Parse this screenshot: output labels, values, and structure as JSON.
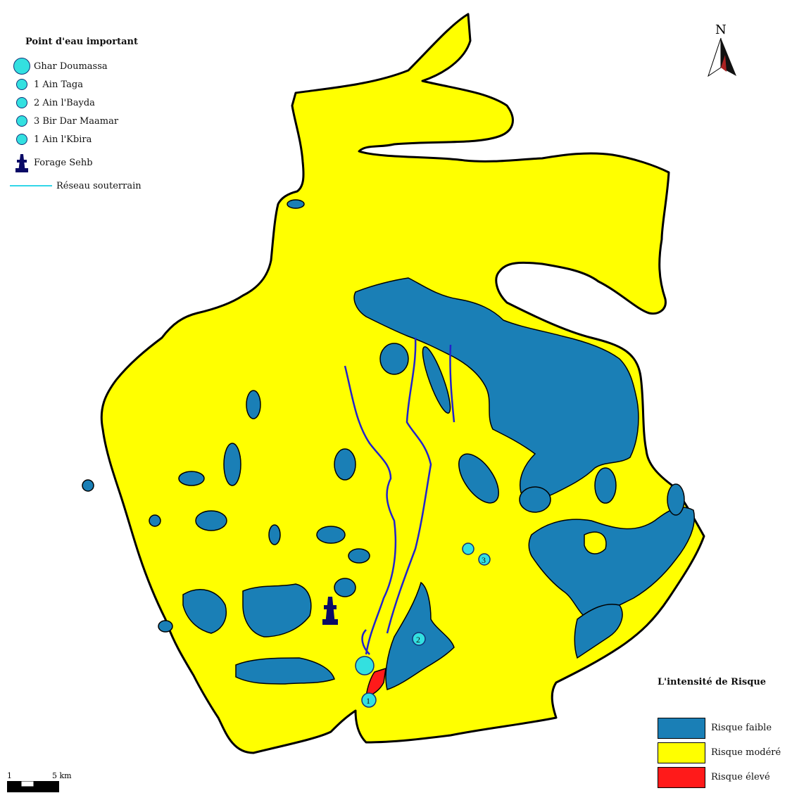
{
  "legend": {
    "title": "Point d'eau important",
    "items": [
      {
        "symbol": "circle-large",
        "label": "Ghar Doumassa"
      },
      {
        "symbol": "circle-small",
        "label": "1 Ain Taga"
      },
      {
        "symbol": "circle-small",
        "label": "2 Ain l'Bayda"
      },
      {
        "symbol": "circle-small",
        "label": "3 Bir Dar Maamar"
      },
      {
        "symbol": "circle-small",
        "label": "1 Ain l'Kbira"
      },
      {
        "symbol": "borehole-icon",
        "label": "Forage Sehb"
      },
      {
        "symbol": "line",
        "label": "Réseau souterrain"
      }
    ]
  },
  "north_label": "N",
  "risk_legend": {
    "title": "L'intensité de Risque",
    "items": [
      {
        "label": "Risque faible",
        "color": "#1a7fb6"
      },
      {
        "label": "Risque modéré",
        "color": "#ffff00"
      },
      {
        "label": "Risque élevé",
        "color": "#ff1a1a"
      }
    ]
  },
  "scale": {
    "start": "1",
    "end": "5 km"
  },
  "map_labels": {
    "spring_1": "1",
    "spring_2": "2",
    "spring_3": "3"
  },
  "colors": {
    "faible": "#1a7fb6",
    "modere": "#ffff00",
    "eleve": "#ff1a1a",
    "water_point": "#33e0e0",
    "river": "#2222cc",
    "outline": "#000000"
  }
}
